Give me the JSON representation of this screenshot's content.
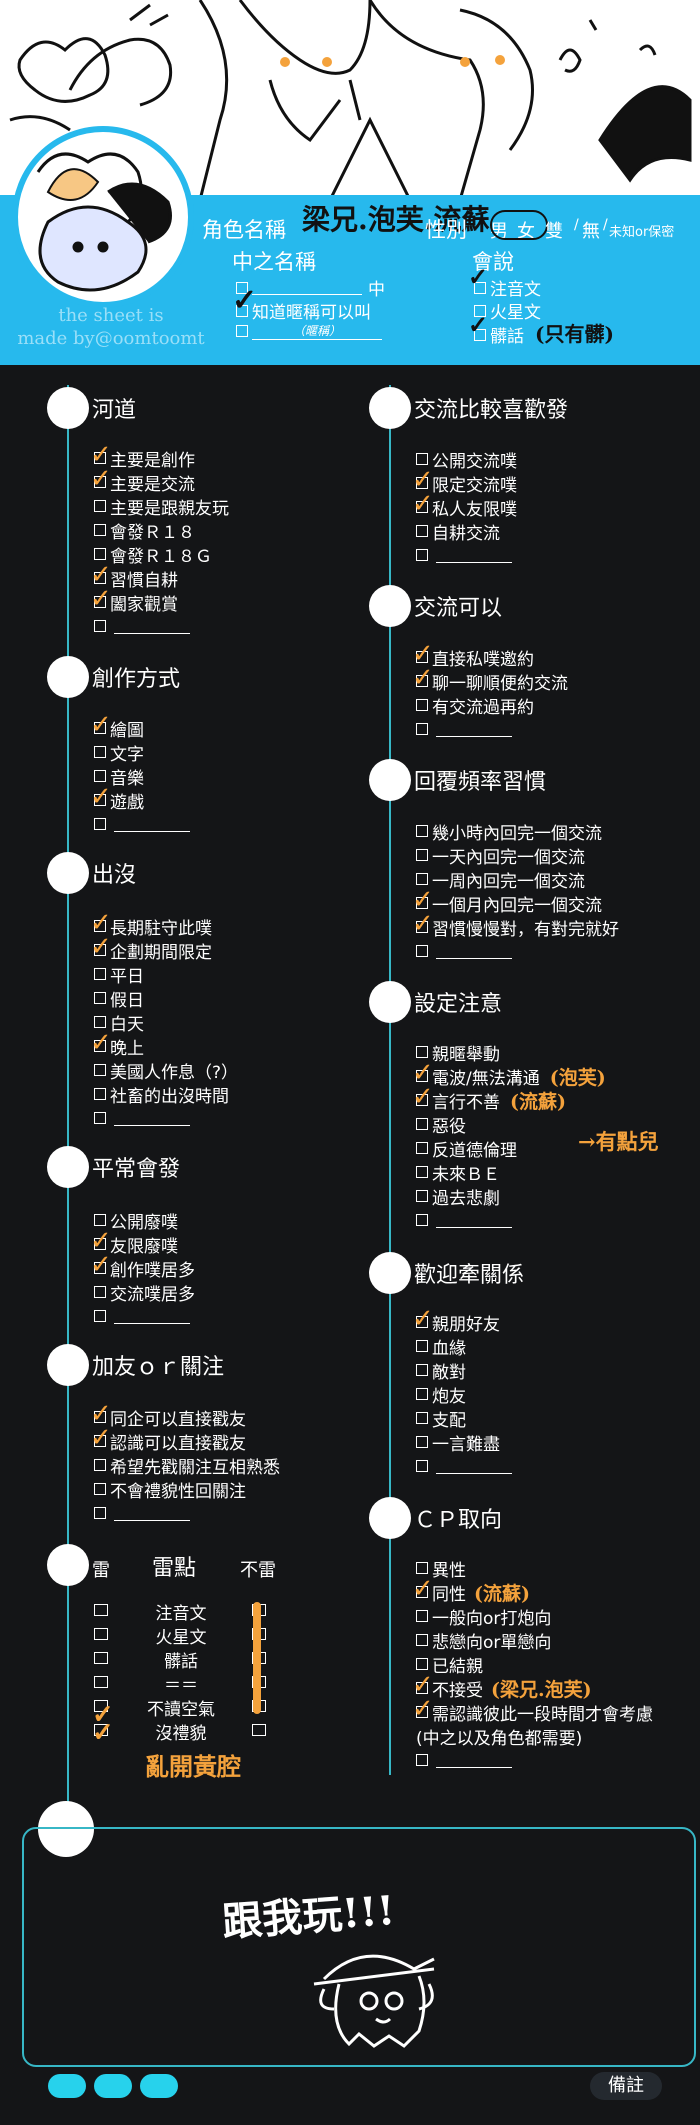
{
  "header": {
    "role_name_label": "角色名稱",
    "role_name_value": "梁兄.泡芙.流蘇",
    "gender_label": "性別",
    "gender_options": [
      "男",
      "女",
      "雙",
      "無",
      "未知or保密"
    ],
    "nickname_label": "中之名稱",
    "nickname_options": [
      "中",
      "知道暱稱可以叫",
      "（暱稱）"
    ],
    "lang_label": "會說",
    "lang_options": [
      "注音文",
      "火星文",
      "髒話"
    ],
    "lang_note": "(只有髒)",
    "watermark_1": "the sheet is",
    "watermark_2": "made by@oomtoomt"
  },
  "sections": {
    "hedao": {
      "title": "河道",
      "items": [
        "主要是創作",
        "主要是交流",
        "主要是跟親友玩",
        "會發Ｒ１８",
        "會發Ｒ１８Ｇ",
        "習慣自耕",
        "闔家觀賞"
      ]
    },
    "create": {
      "title": "創作方式",
      "items": [
        "繪圖",
        "文字",
        "音樂",
        "遊戲"
      ]
    },
    "haunt": {
      "title": "出沒",
      "items": [
        "長期駐守此噗",
        "企劃期間限定",
        "平日",
        "假日",
        "白天",
        "晚上",
        "美國人作息（?）",
        "社畜的出沒時間"
      ]
    },
    "post": {
      "title": "平常會發",
      "items": [
        "公開廢噗",
        "友限廢噗",
        "創作噗居多",
        "交流噗居多"
      ]
    },
    "follow": {
      "title": "加友ｏｒ關注",
      "items": [
        "同企可以直接戳友",
        "認識可以直接戳友",
        "希望先戳關注互相熟悉",
        "不會禮貌性回關注"
      ]
    },
    "exchange_pref": {
      "title": "交流比較喜歡發",
      "items": [
        "公開交流噗",
        "限定交流噗",
        "私人友限噗",
        "自耕交流"
      ]
    },
    "exchange_ok": {
      "title": "交流可以",
      "items": [
        "直接私噗邀約",
        "聊一聊順便約交流",
        "有交流過再約"
      ]
    },
    "reply": {
      "title": "回覆頻率習慣",
      "items": [
        "幾小時內回完一個交流",
        "一天內回完一個交流",
        "一周內回完一個交流",
        "一個月內回完一個交流",
        "習慣慢慢對，有對完就好"
      ]
    },
    "setting": {
      "title": "設定注意",
      "items": [
        "親暱舉動",
        "電波/無法溝通",
        "言行不善",
        "惡役",
        "反道德倫理",
        "未來ＢＥ",
        "過去悲劇"
      ]
    },
    "relation": {
      "title": "歡迎牽關係",
      "items": [
        "親朋好友",
        "血緣",
        "敵對",
        "炮友",
        "支配",
        "一言難盡"
      ]
    },
    "cp": {
      "title": "ＣＰ取向",
      "items": [
        "異性",
        "同性",
        "一般向or打炮向",
        "悲戀向or單戀向",
        "已結親",
        "不接受",
        "需認識彼此一段時間才會考慮",
        "(中之以及角色都需要)"
      ]
    }
  },
  "annotations": {
    "setting_1": "(泡芙)",
    "setting_2": "(流蘇)",
    "setting_3": "→有點兒",
    "cp_1": "(流蘇)",
    "cp_2": "(梁兄.泡芙)",
    "landmine_note": "亂開黃腔",
    "notes_text": "跟我玩!!!"
  },
  "landmine": {
    "title": "雷點",
    "left_label": "雷",
    "right_label": "不雷",
    "items": [
      "注音文",
      "火星文",
      "髒話",
      "＝＝",
      "不讀空氣",
      "沒禮貌"
    ]
  },
  "footer": {
    "note_button": "備註"
  }
}
